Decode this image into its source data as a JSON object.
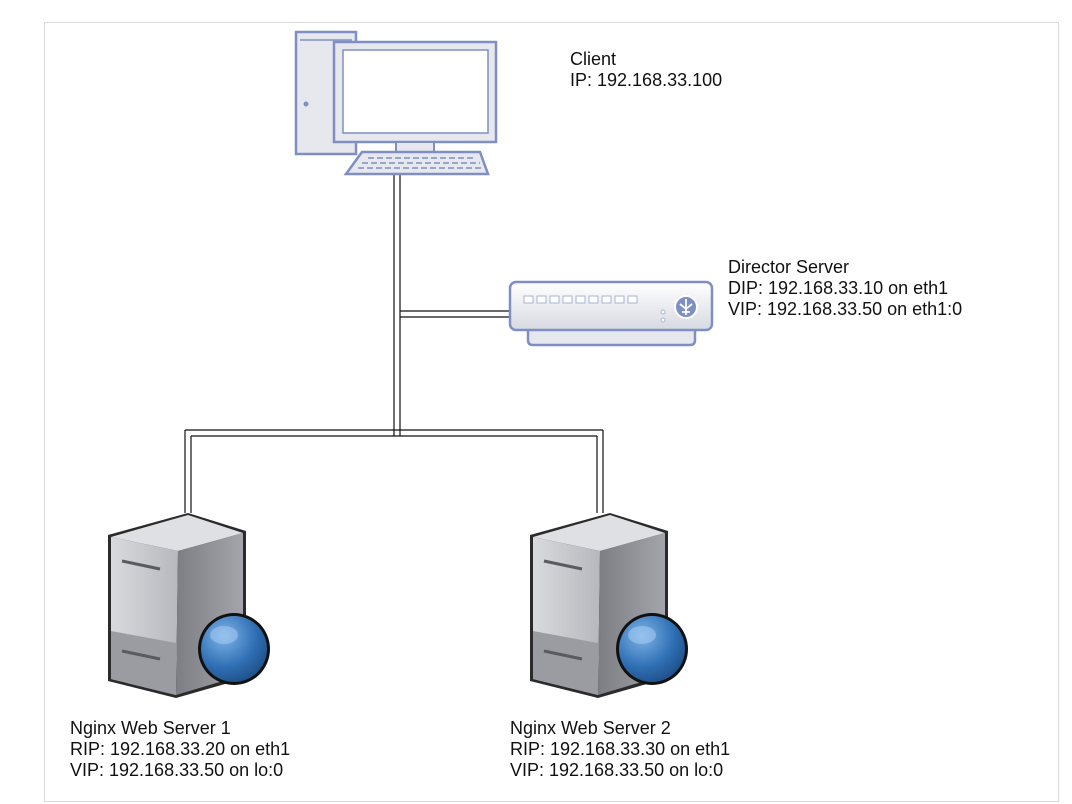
{
  "client": {
    "name": "Client",
    "ip_line": "IP: 192.168.33.100",
    "icon": "desktop-computer-icon"
  },
  "director": {
    "name": "Director Server",
    "dip_line": "DIP: 192.168.33.10 on eth1",
    "vip_line": "VIP: 192.168.33.50 on eth1:0",
    "icon": "network-switch-icon"
  },
  "web_servers": [
    {
      "name": "Nginx Web Server 1",
      "rip_line": "RIP: 192.168.33.20 on eth1",
      "vip_line": "VIP: 192.168.33.50 on lo:0",
      "icon": "web-server-icon"
    },
    {
      "name": "Nginx Web Server 2",
      "rip_line": "RIP: 192.168.33.30 on eth1",
      "vip_line": "VIP: 192.168.33.50 on lo:0",
      "icon": "web-server-icon"
    }
  ],
  "colors": {
    "device_outline": "#7f8fc4",
    "device_fill": "#e6e7ec",
    "server_body": "#c4c5ca",
    "server_dark": "#8b8d93",
    "globe": "#3b7cc2",
    "cable": "#111111"
  }
}
